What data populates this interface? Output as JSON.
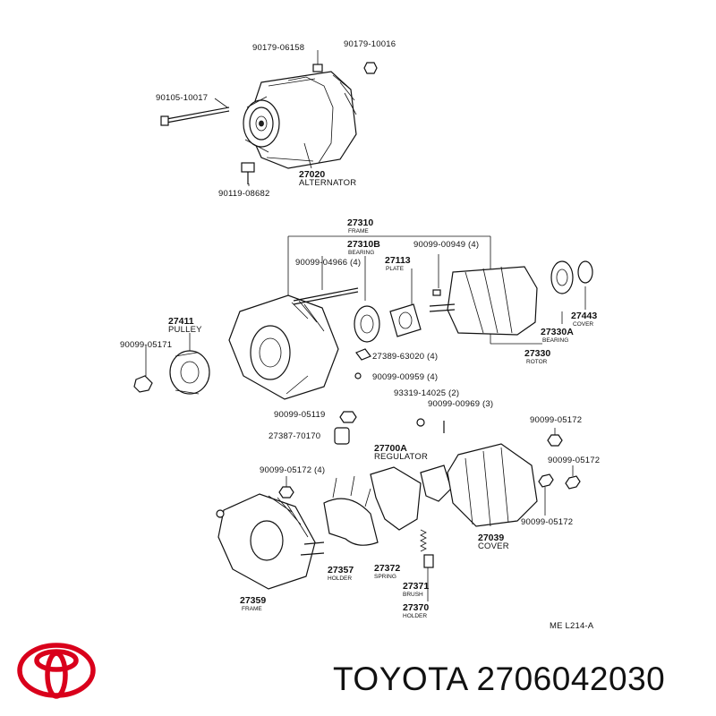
{
  "labels": {
    "p1": "90179-06158",
    "p2": "90179-10016",
    "p3": "90105-10017",
    "p4": "27020",
    "p4c": "ALTERNATOR",
    "p5": "90119-08682",
    "p6": "27310",
    "p6c": "FRAME",
    "p7": "27310B",
    "p7c": "BEARING",
    "p8": "90099-00949 (4)",
    "p9": "90099-04966 (4)",
    "p10": "27113",
    "p10c": "PLATE",
    "p11": "27411",
    "p11c": "PULLEY",
    "p12": "90099-05171",
    "p13": "27443",
    "p13c": "COVER",
    "p14": "27330A",
    "p14c": "BEARING",
    "p15": "27330",
    "p15c": "ROTOR",
    "p16": "27389-63020 (4)",
    "p17": "90099-00959 (4)",
    "p18": "93319-14025 (2)",
    "p19": "90099-00969 (3)",
    "p20": "90099-05119",
    "p21": "27387-70170",
    "p22": "27700A",
    "p22c": "REGULATOR",
    "p23": "90099-05172",
    "p24": "90099-05172 (4)",
    "p25": "90099-05172",
    "p26": "90099-05172",
    "p27": "27039",
    "p27c": "COVER",
    "p28": "27357",
    "p28c": "HOLDER",
    "p29": "27372",
    "p29c": "SPRING",
    "p30": "27371",
    "p30c": "BRUSH",
    "p31": "27359",
    "p31c": "FRAME",
    "p32": "27370",
    "p32c": "HOLDER",
    "ref": "ME L214-A"
  },
  "footer": {
    "brand_text": "TOYOTA 2706042030"
  },
  "colors": {
    "logo": "#d9001b",
    "ink": "#111111"
  }
}
